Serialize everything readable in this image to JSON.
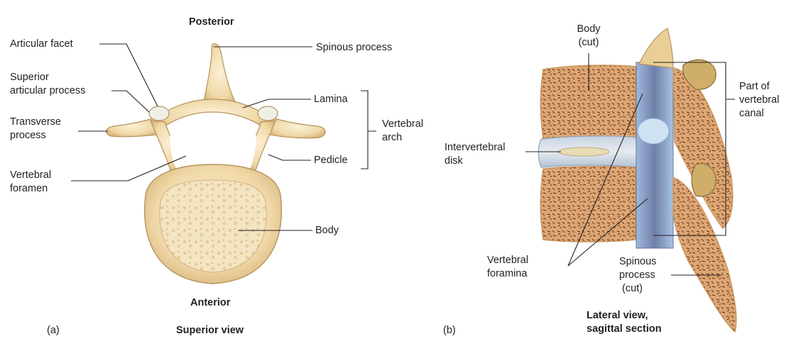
{
  "panel_a": {
    "tag": "(a)",
    "top_label": "Posterior",
    "bottom_label": "Anterior",
    "view_caption": "Superior view",
    "labels": {
      "articular_facet": "Articular facet",
      "superior_articular_process_1": "Superior",
      "superior_articular_process_2": "articular process",
      "transverse_process_1": "Transverse",
      "transverse_process_2": "process",
      "vertebral_foramen_1": "Vertebral",
      "vertebral_foramen_2": "foramen",
      "spinous_process": "Spinous process",
      "lamina": "Lamina",
      "pedicle": "Pedicle",
      "vertebral_arch_1": "Vertebral",
      "vertebral_arch_2": "arch",
      "body": "Body"
    }
  },
  "panel_b": {
    "tag": "(b)",
    "view_caption_1": "Lateral view,",
    "view_caption_2": "sagittal section",
    "labels": {
      "body_cut_1": "Body",
      "body_cut_2": "(cut)",
      "intervertebral_disk_1": "Intervertebral",
      "intervertebral_disk_2": "disk",
      "vertebral_foramina_1": "Vertebral",
      "vertebral_foramina_2": "foramina",
      "spinous_process_cut_1": "Spinous",
      "spinous_process_cut_2": "process",
      "spinous_process_cut_3": "(cut)",
      "vertebral_canal_1": "Part of",
      "vertebral_canal_2": "vertebral",
      "vertebral_canal_3": "canal"
    }
  },
  "colors": {
    "bone": "#f1dcb0",
    "bone_edge": "#b8935f",
    "spongy": "#d9a271",
    "spongy_dot": "#8a4a2a",
    "disk": "#b9c7d8",
    "canal": "#8fb0d6",
    "leader": "#231f20"
  }
}
